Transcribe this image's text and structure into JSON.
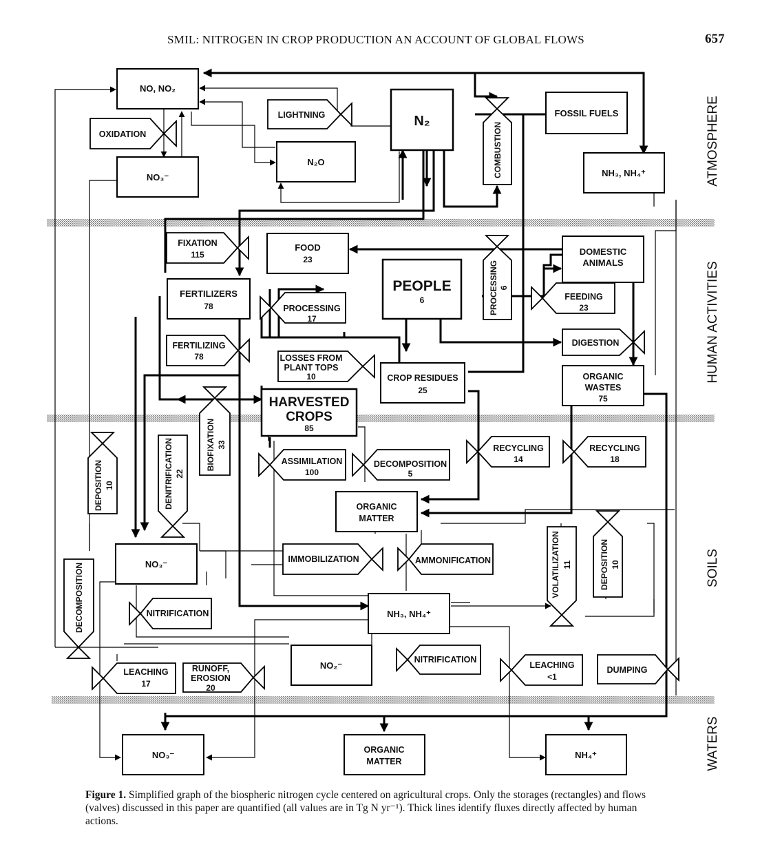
{
  "header": {
    "title": "SMIL: NITROGEN IN CROP PRODUCTION  AN ACCOUNT OF GLOBAL FLOWS",
    "page": "657"
  },
  "zones": {
    "atmosphere": "ATMOSPHERE",
    "human": "HUMAN ACTIVITIES",
    "soils": "SOILS",
    "waters": "WATERS"
  },
  "storages": {
    "no_no2": "NO, NO₂",
    "no3_atm": "NO₃⁻",
    "n2o": "N₂O",
    "n2": "N₂",
    "fossil": "FOSSIL FUELS",
    "nh3_atm": "NH₃, NH₄⁺",
    "food": "FOOD",
    "food_val": "23",
    "people": "PEOPLE",
    "people_val": "6",
    "domestic": "DOMESTIC",
    "animals": "ANIMALS",
    "fertilizers": "FERTILIZERS",
    "fertilizers_val": "78",
    "crop_residues": "CROP RESIDUES",
    "crop_residues_val": "25",
    "organic": "ORGANIC",
    "wastes": "WASTES",
    "wastes_val": "75",
    "harvested": "HARVESTED",
    "crops": "CROPS",
    "crops_val": "85",
    "om_soil_1": "ORGANIC",
    "om_soil_2": "MATTER",
    "no3_soil": "NO₃⁻",
    "nh3_soil": "NH₃, NH₄⁺",
    "no2_soil": "NO₂⁻",
    "no3_water": "NO₃⁻",
    "om_water_1": "ORGANIC",
    "om_water_2": "MATTER",
    "nh4_water": "NH₄⁺"
  },
  "flows": {
    "oxidation": "OXIDATION",
    "lightning": "LIGHTNING",
    "combustion": "COMBUSTION",
    "fixation": "FIXATION",
    "fixation_val": "115",
    "processing_v": "PROCESSING",
    "processing_v_val": "6",
    "feeding": "FEEDING",
    "feeding_val": "23",
    "processing_h": "PROCESSING",
    "processing_h_val": "17",
    "digestion": "DIGESTION",
    "fertilizing": "FERTILIZING",
    "fertilizing_val": "78",
    "losses_1": "LOSSES FROM",
    "losses_2": "PLANT TOPS",
    "losses_val": "10",
    "biofixation": "BIOFIXATION",
    "biofixation_val": "33",
    "denitrification": "DENITRIFICATION",
    "denitrification_val": "22",
    "deposition_l": "DEPOSITION",
    "deposition_l_val": "10",
    "assimilation": "ASSIMILATION",
    "assimilation_val": "100",
    "decomposition_m": "DECOMPOSITION",
    "decomposition_m_val": "5",
    "recycling_a": "RECYCLING",
    "recycling_a_val": "14",
    "recycling_b": "RECYCLING",
    "recycling_b_val": "18",
    "immobilization": "IMMOBILIZATION",
    "ammonification": "AMMONIFICATION",
    "volatilization": "VOLATILIZATION",
    "volatilization_val": "11",
    "deposition_r": "DEPOSITION",
    "deposition_r_val": "10",
    "decomposition_l": "DECOMPOSITION",
    "nitrification_1": "NITRIFICATION",
    "nitrification_2": "NITRIFICATION",
    "leaching_a": "LEACHING",
    "leaching_a_val": "17",
    "runoff_1": "RUNOFF,",
    "runoff_2": "EROSION",
    "runoff_val": "20",
    "leaching_b": "LEACHING",
    "leaching_b_val": "<1",
    "dumping": "DUMPING"
  },
  "caption": {
    "label": "Figure 1.",
    "text": "Simplified graph of the biospheric nitrogen cycle centered on agricultural crops. Only the storages (rectangles) and flows (valves) discussed in this paper are quantified (all values are in Tg N yr⁻¹). Thick lines identify fluxes directly affected by human actions."
  }
}
